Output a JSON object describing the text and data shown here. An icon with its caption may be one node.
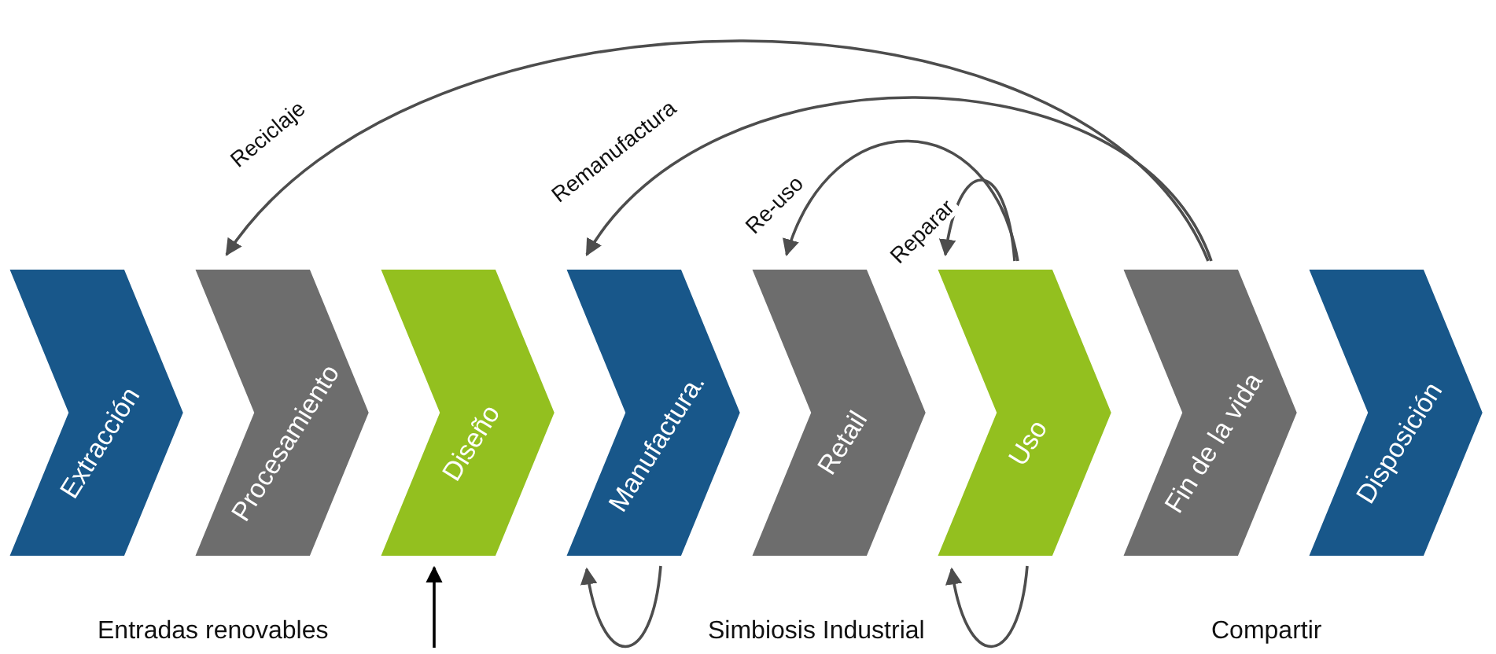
{
  "diagram": {
    "nodes": [
      {
        "text": [
          "Extracción"
        ]
      },
      {
        "text": [
          "Procesamiento"
        ]
      },
      {
        "text": [
          "Diseño"
        ]
      },
      {
        "text": [
          "Manufactura."
        ]
      },
      {
        "text": [
          "Retail"
        ]
      },
      {
        "text": [
          "Uso"
        ]
      },
      {
        "text": [
          "Fin de la vida"
        ]
      },
      {
        "text": [
          "Disposición"
        ]
      }
    ],
    "edges": [
      {
        "from": 6,
        "to": 1,
        "arrow": "to",
        "label": "Reciclaje"
      },
      {
        "from": 6,
        "to": 3,
        "arrow": "to",
        "label": "Remanufactura"
      },
      {
        "from": 5,
        "to": 4,
        "arrow": "to",
        "label": "Re-uso"
      },
      {
        "from": 5,
        "to": 5,
        "arrow": "to",
        "label": "Reparar"
      },
      {
        "from": null,
        "to": 2,
        "arrow": "to",
        "color": "#000000"
      },
      {
        "from": 3,
        "to": 3,
        "arrow": "to"
      },
      {
        "from": 5,
        "to": 5,
        "arrow": "to"
      }
    ],
    "labels": [
      "Entradas renovables",
      "Simbiosis Industrial",
      "Compartir"
    ]
  }
}
